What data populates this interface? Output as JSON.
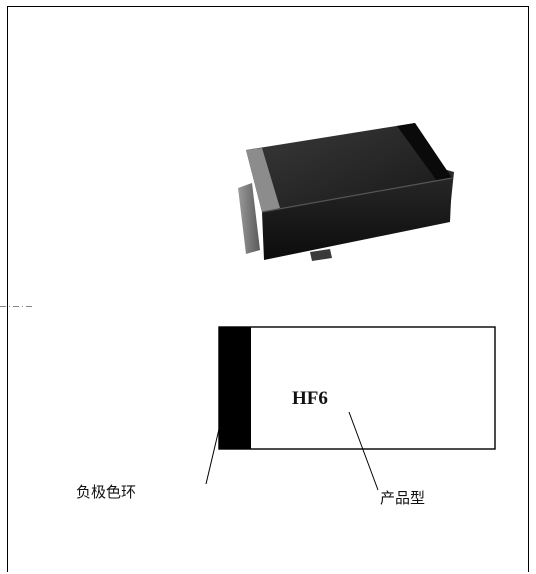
{
  "component_marking": "HF6",
  "callouts": {
    "cathode_band": "负极色环",
    "product_type": "产品型"
  },
  "colors": {
    "line": "#000000",
    "cathode_band": "#000000",
    "body_fill": "#ffffff"
  }
}
